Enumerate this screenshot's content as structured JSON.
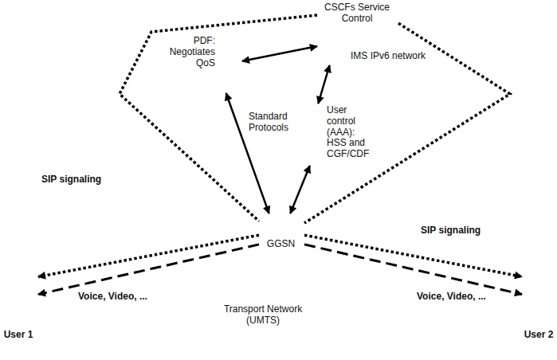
{
  "diagram": {
    "nodes": [
      {
        "text": [
          "IMS IPv6 network"
        ]
      },
      {
        "text": [
          "CSCFs Service Control"
        ],
        "in": 0
      },
      {
        "text": [
          "PDF: Negotiates QoS"
        ],
        "in": 0
      },
      {
        "text": [
          "User control (AAA): HSS and CGF/CDF"
        ]
      },
      {
        "text": [
          "GGSN"
        ]
      },
      {
        "text": [
          "Transport Network (UMTS)"
        ]
      },
      {
        "text": [
          "User 1"
        ]
      },
      {
        "text": [
          "User 2"
        ]
      }
    ],
    "edges": [
      {
        "from": 2,
        "to": 1,
        "arrow": "both"
      },
      {
        "from": 1,
        "to": 3,
        "arrow": "both"
      },
      {
        "from": 2,
        "to": 4,
        "arrow": "both"
      },
      {
        "from": 3,
        "to": 4,
        "arrow": "both"
      },
      {
        "from": 1,
        "to": 4,
        "arrow": "none",
        "label": "SIP signaling"
      },
      {
        "from": 1,
        "to": 4,
        "arrow": "none",
        "label": "SIP signaling"
      },
      {
        "from": 4,
        "to": 6,
        "arrow": "to"
      },
      {
        "from": 4,
        "to": 7,
        "arrow": "to"
      },
      {
        "from": 4,
        "to": 6,
        "arrow": "to",
        "label": "Voice, Video, ..."
      },
      {
        "from": 4,
        "to": 7,
        "arrow": "to",
        "label": "Voice, Video, ..."
      }
    ],
    "labels": [
      "Standard Protocols"
    ]
  }
}
